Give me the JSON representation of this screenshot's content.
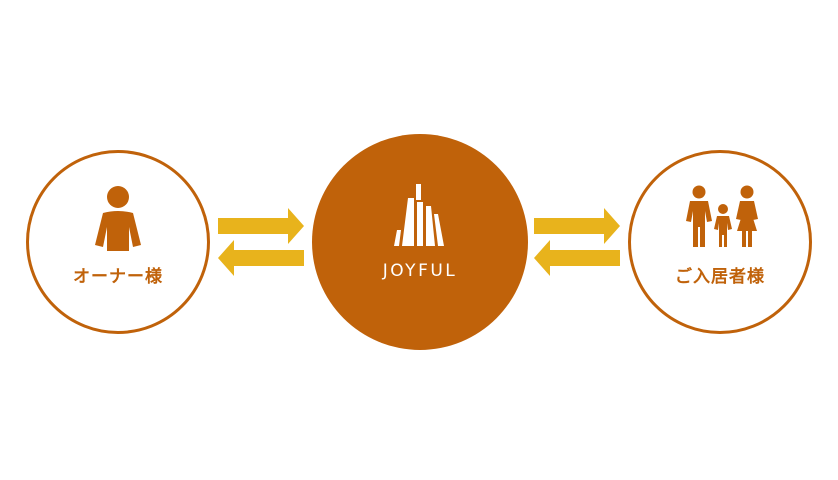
{
  "nodes": {
    "owner": {
      "label": "オーナー様",
      "icon": "person-icon"
    },
    "center": {
      "label": "JOYFUL",
      "icon": "joyful-logo-icon"
    },
    "resident": {
      "label": "ご入居者様",
      "icon": "family-icon"
    }
  },
  "colors": {
    "primary": "#c0620a",
    "arrow": "#e8b31c",
    "background": "#ffffff"
  }
}
